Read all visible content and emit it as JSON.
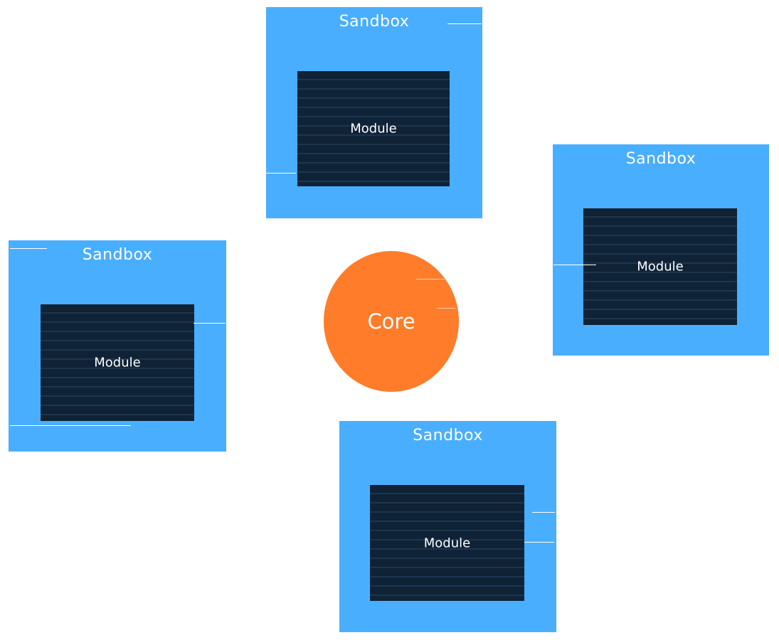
{
  "diagram": {
    "core": {
      "label": "Core"
    },
    "sandboxes": [
      {
        "id": "top",
        "title": "Sandbox",
        "module_label": "Module"
      },
      {
        "id": "right",
        "title": "Sandbox",
        "module_label": "Module"
      },
      {
        "id": "left",
        "title": "Sandbox",
        "module_label": "Module"
      },
      {
        "id": "bottom",
        "title": "Sandbox",
        "module_label": "Module"
      }
    ]
  },
  "colors": {
    "sandbox": "#4aaeff",
    "module": "#13283d",
    "core": "#ff7d2a",
    "text": "#ffffff"
  }
}
